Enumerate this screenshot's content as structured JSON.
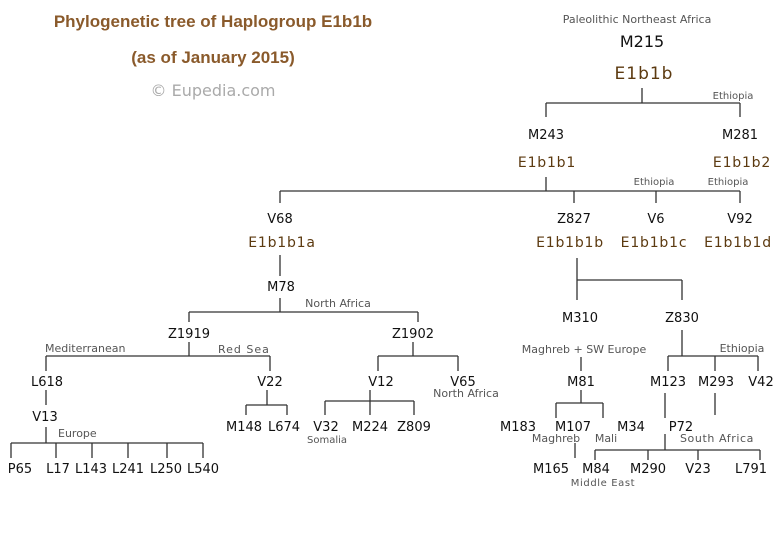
{
  "header": {
    "title": "Phylogenetic tree of Haplogroup E1b1b",
    "subtitle": "(as of January 2015)",
    "credit": "© Eupedia.com"
  },
  "colors": {
    "title": "#8a5a2b",
    "haplogroup": "#5c3a10",
    "line": "#333333",
    "credit": "#aaaaaa",
    "region": "#555555"
  },
  "root": {
    "origin": "Paleolithic Northeast Africa",
    "snp": "M215",
    "haplogroup": "E1b1b"
  },
  "level1": {
    "left": {
      "snp": "M243",
      "haplogroup": "E1b1b1"
    },
    "right": {
      "snp": "M281",
      "haplogroup": "E1b1b2",
      "region": "Ethiopia"
    }
  },
  "level2": {
    "v68": {
      "snp": "V68",
      "haplogroup": "E1b1b1a"
    },
    "z827": {
      "snp": "Z827",
      "haplogroup": "E1b1b1b"
    },
    "v6": {
      "snp": "V6",
      "haplogroup": "E1b1b1c",
      "region": "Ethiopia"
    },
    "v92": {
      "snp": "V92",
      "haplogroup": "E1b1b1d",
      "region": "Ethiopia"
    }
  },
  "v68_branch": {
    "m78": "M78",
    "m78_region": "North Africa",
    "z1919": "Z1919",
    "z1902": "Z1902",
    "mediterranean": "Mediterranean",
    "red_sea": "Red Sea",
    "l618": "L618",
    "v13": "V13",
    "europe": "Europe",
    "v13_children": [
      "P65",
      "L17",
      "L143",
      "L241",
      "L250",
      "L540"
    ],
    "v22": "V22",
    "v22_children": [
      "M148",
      "L674"
    ],
    "v12": "V12",
    "v65": "V65",
    "v65_region": "North Africa",
    "v12_children": [
      "V32",
      "M224",
      "Z809"
    ],
    "somalia": "Somalia"
  },
  "z827_branch": {
    "m310": "M310",
    "m310_region": "Maghreb + SW Europe",
    "m81": "M81",
    "m183": "M183",
    "m107": "M107",
    "m107_region": "Maghreb",
    "m165": "M165",
    "mali": "Mali",
    "m34": "M34",
    "z830": "Z830",
    "z830_region": "Ethiopia",
    "m123": "M123",
    "m293": "M293",
    "v42": "V42",
    "p72": "P72",
    "south_africa": "South Africa",
    "p72_children": [
      "M84",
      "M290",
      "V23",
      "L791"
    ],
    "middle_east": "Middle East"
  }
}
